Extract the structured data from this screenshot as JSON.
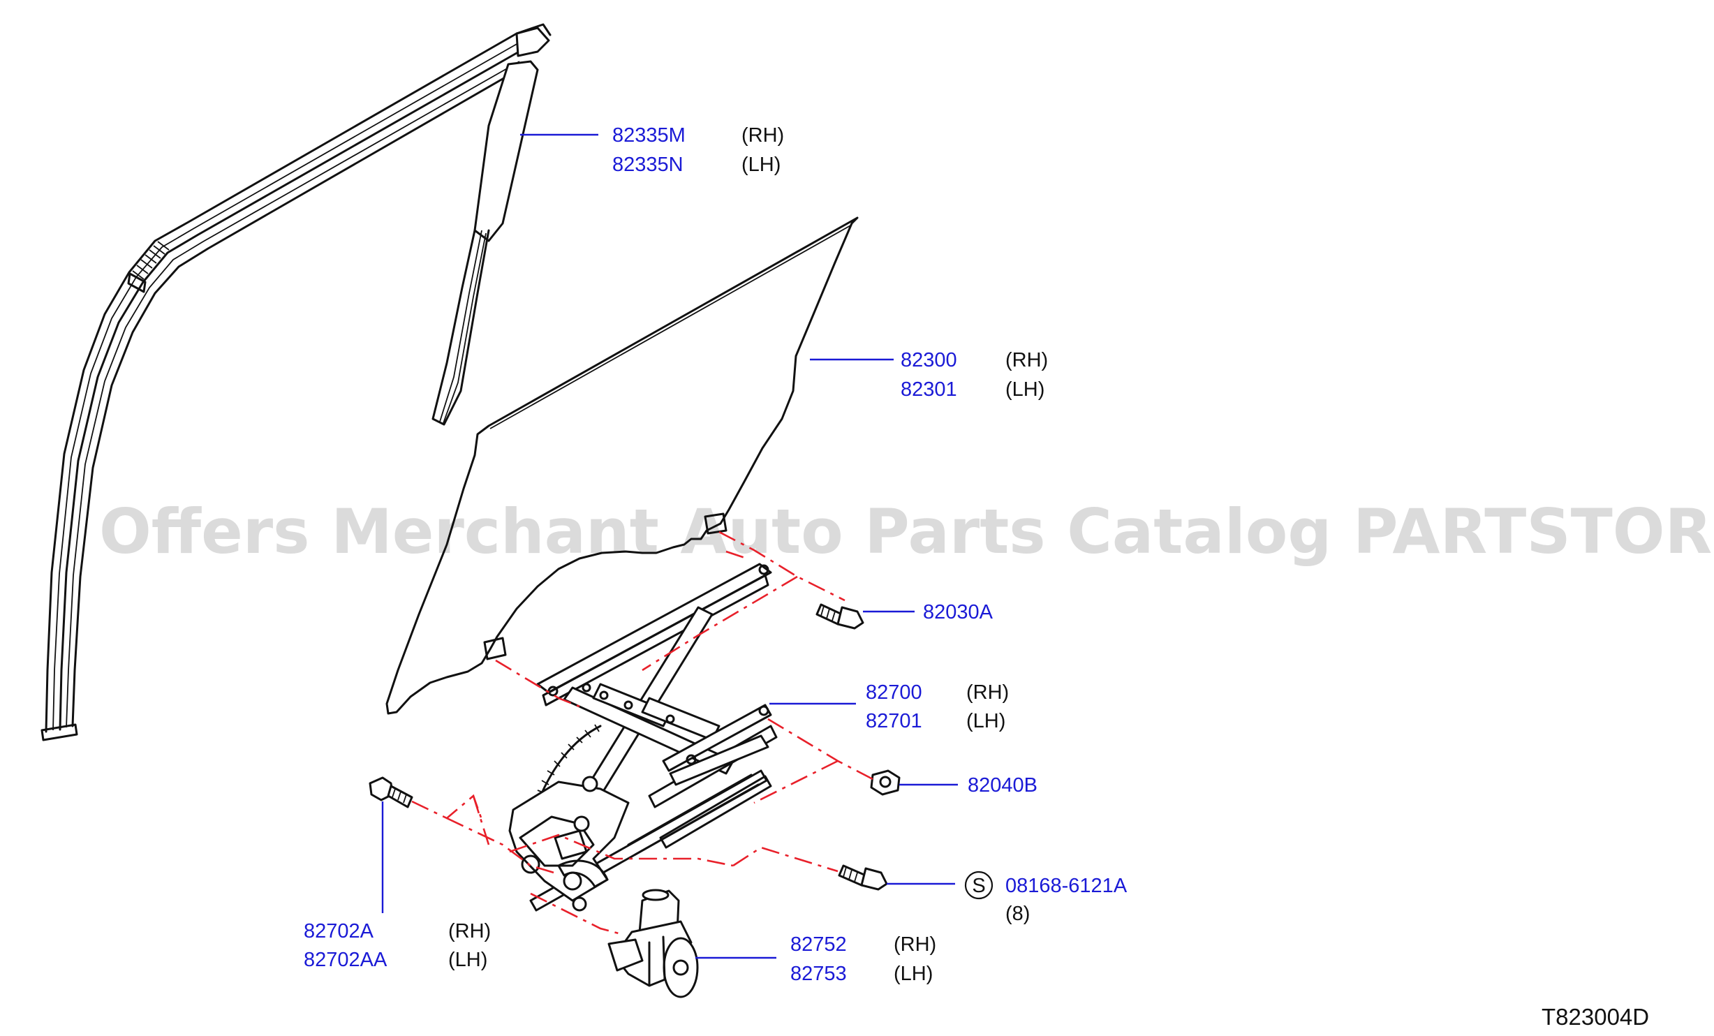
{
  "watermark": "Offers Merchant Auto Parts Catalog PARTSTORE.SA",
  "diagram_code": "T823004D",
  "colors": {
    "part_number": "#1a1ad6",
    "leader": "#1a1ad6",
    "install_line": "#e8202a",
    "drawing": "#111111",
    "watermark": "#cfcfcf"
  },
  "callouts": {
    "sash": {
      "pn_rh": "82335M",
      "side_rh": "(RH)",
      "pn_lh": "82335N",
      "side_lh": "(LH)"
    },
    "glass": {
      "pn_rh": "82300",
      "side_rh": "(RH)",
      "pn_lh": "82301",
      "side_lh": "(LH)"
    },
    "bolt_glass": {
      "pn": "82030A"
    },
    "regulator": {
      "pn_rh": "82700",
      "side_rh": "(RH)",
      "pn_lh": "82701",
      "side_lh": "(LH)"
    },
    "nut": {
      "pn": "82040B"
    },
    "bolt_std": {
      "symbol": "S",
      "pn": "08168-6121A",
      "qty": "(8)"
    },
    "bolt_reg": {
      "pn_rh": "82702A",
      "side_rh": "(RH)",
      "pn_lh": "82702AA",
      "side_lh": "(LH)"
    },
    "motor": {
      "pn_rh": "82752",
      "side_rh": "(RH)",
      "pn_lh": "82753",
      "side_lh": "(LH)"
    }
  }
}
